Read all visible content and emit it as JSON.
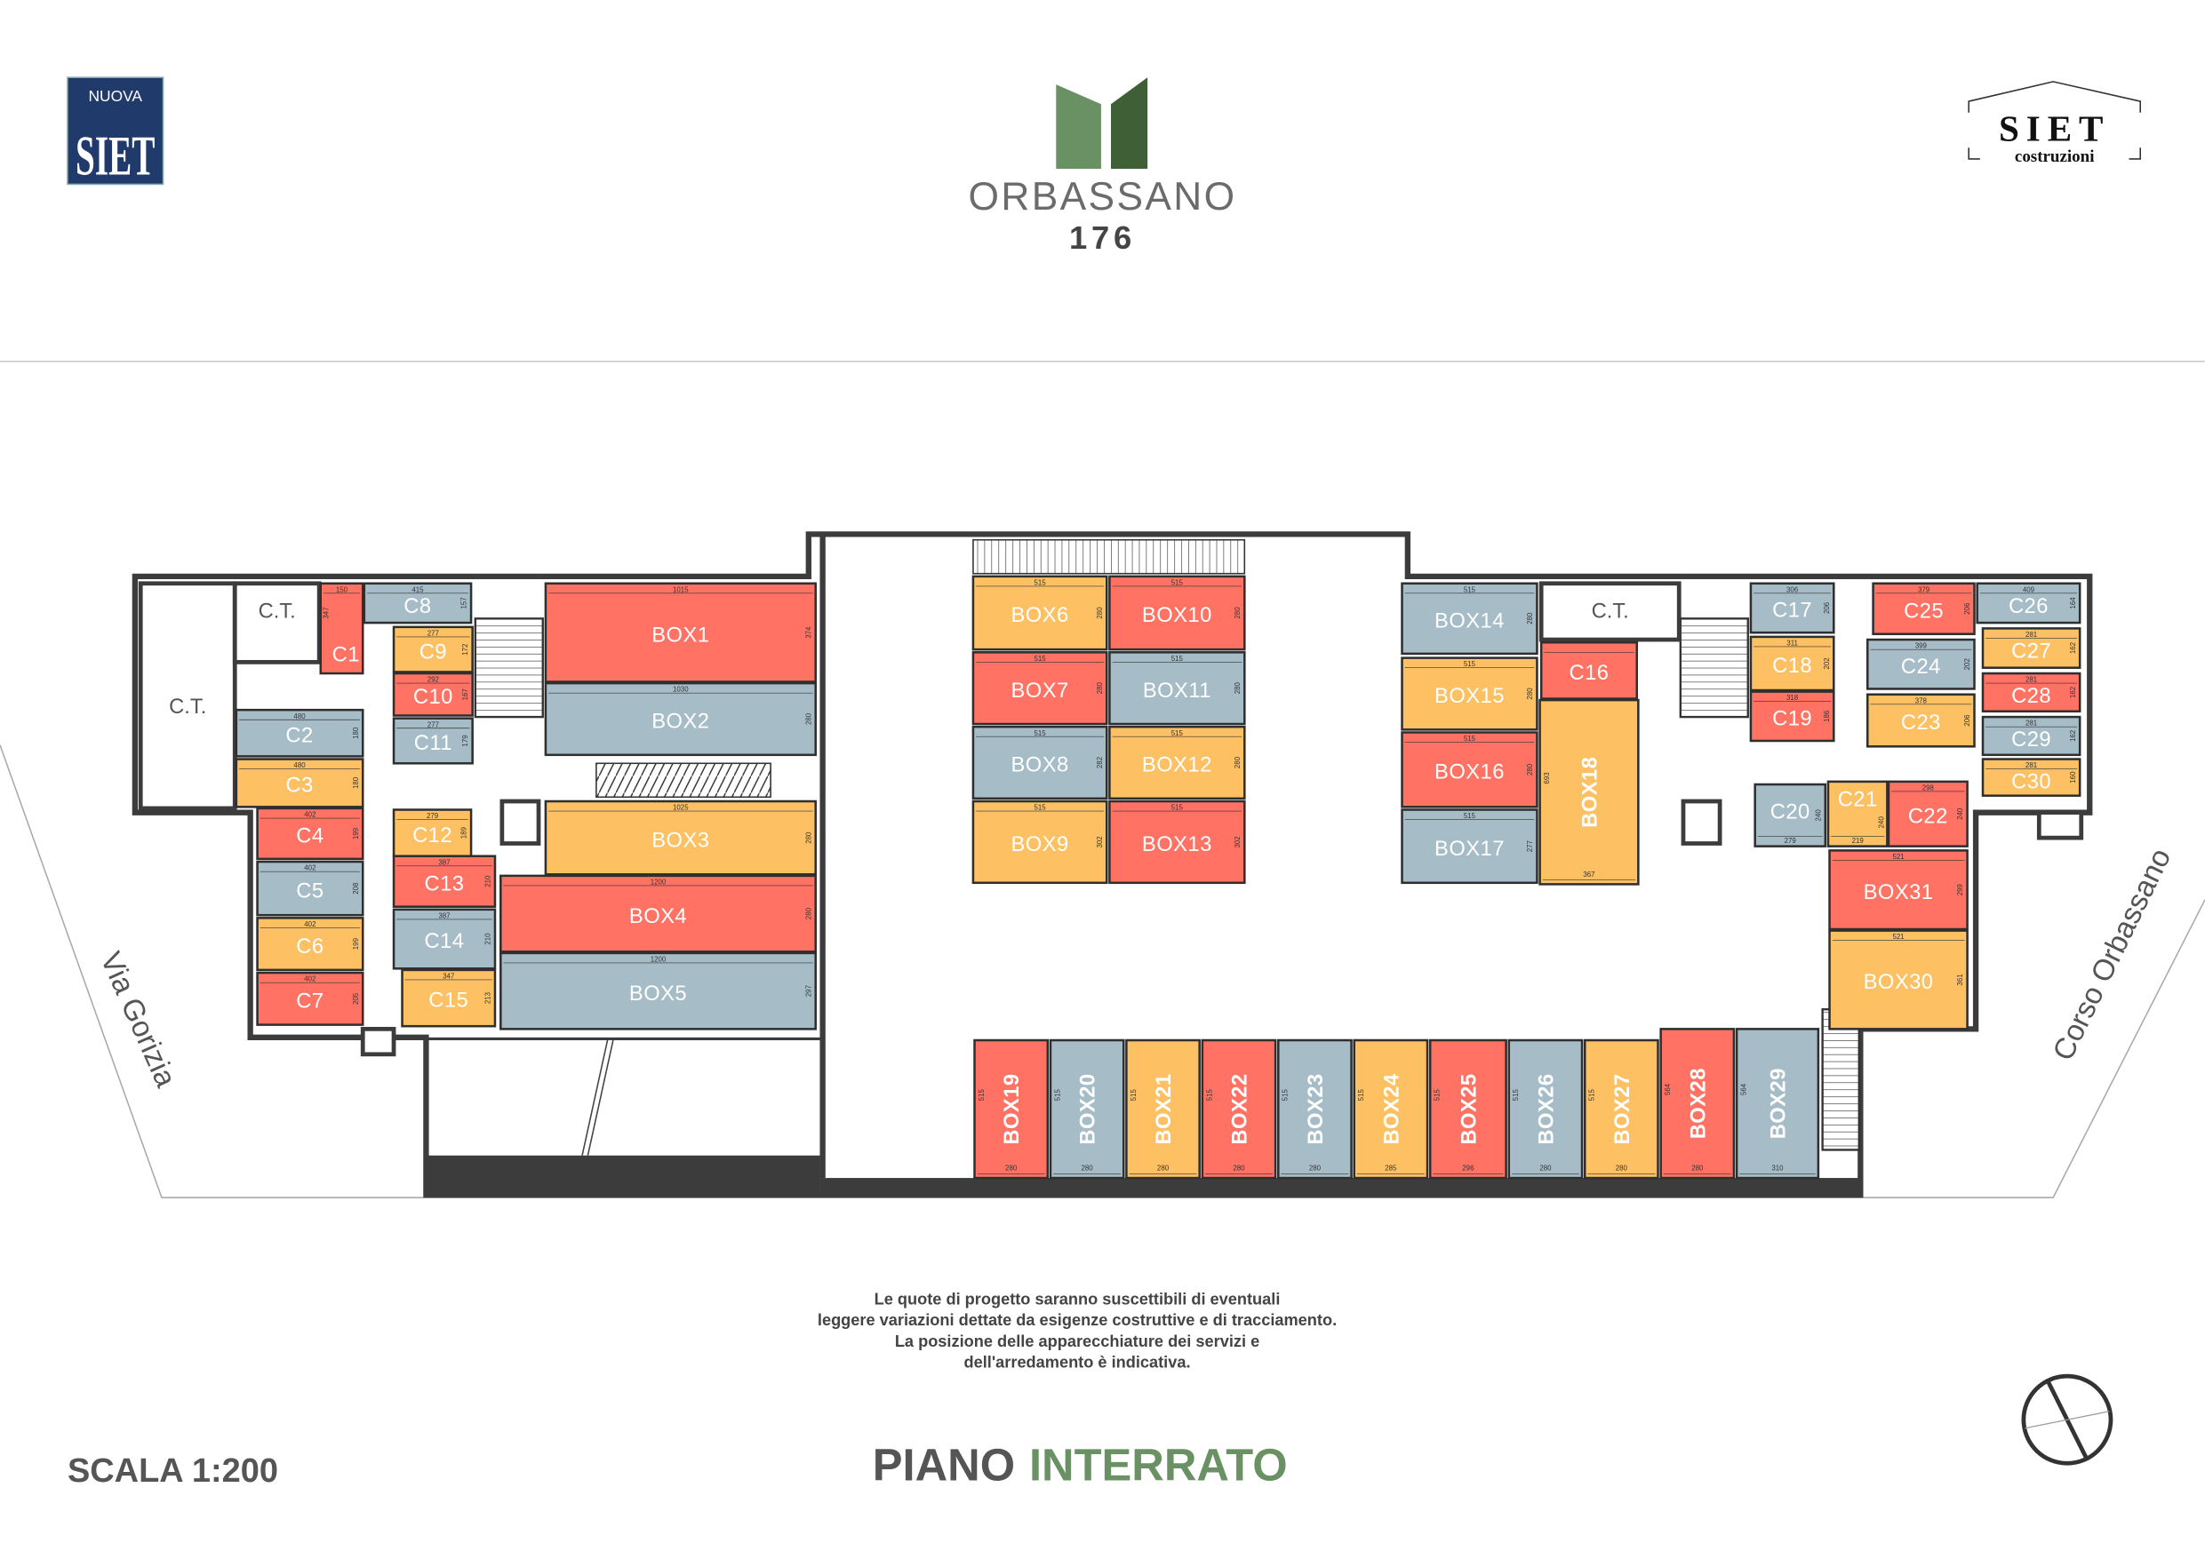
{
  "header": {
    "left_logo": {
      "line1": "NUOVA",
      "line2": "SIET"
    },
    "center_logo": {
      "title": "ORBASSANO",
      "number": "176"
    },
    "right_logo": {
      "line1": "SIET",
      "line2": "costruzioni"
    }
  },
  "palette": {
    "red": "#FF7264",
    "blue": "#A6BDC8",
    "yellow": "#FDC063",
    "wall": "#3C3C3C",
    "green_light": "#6A9163",
    "green_dark": "#3F5F36",
    "navy": "#1F3A6B"
  },
  "technical_rooms": [
    {
      "id": "ct1",
      "label": "C.T."
    },
    {
      "id": "ct2",
      "label": "C.T."
    },
    {
      "id": "ct3",
      "label": "C.T."
    }
  ],
  "rooms": [
    {
      "id": "C1",
      "label": "C1",
      "color": "red",
      "w": "150",
      "h": "347"
    },
    {
      "id": "C2",
      "label": "C2",
      "color": "blue",
      "w": "480",
      "h": "180"
    },
    {
      "id": "C3",
      "label": "C3",
      "color": "yellow",
      "w": "480",
      "h": "180"
    },
    {
      "id": "C4",
      "label": "C4",
      "color": "red",
      "w": "402",
      "h": "199"
    },
    {
      "id": "C5",
      "label": "C5",
      "color": "blue",
      "w": "402",
      "h": "208"
    },
    {
      "id": "C6",
      "label": "C6",
      "color": "yellow",
      "w": "402",
      "h": "199"
    },
    {
      "id": "C7",
      "label": "C7",
      "color": "red",
      "w": "402",
      "h": "205"
    },
    {
      "id": "C8",
      "label": "C8",
      "color": "blue",
      "w": "415",
      "h": "157"
    },
    {
      "id": "C9",
      "label": "C9",
      "color": "yellow",
      "w": "277",
      "h": "172"
    },
    {
      "id": "C10",
      "label": "C10",
      "color": "red",
      "w": "292",
      "h": "167"
    },
    {
      "id": "C11",
      "label": "C11",
      "color": "blue",
      "w": "277",
      "h": "179"
    },
    {
      "id": "C12",
      "label": "C12",
      "color": "yellow",
      "w": "279",
      "h": "189"
    },
    {
      "id": "C13",
      "label": "C13",
      "color": "red",
      "w": "387",
      "h": "210"
    },
    {
      "id": "C14",
      "label": "C14",
      "color": "blue",
      "w": "387",
      "h": "210"
    },
    {
      "id": "C15",
      "label": "C15",
      "color": "yellow",
      "w": "347",
      "h": "213"
    },
    {
      "id": "BOX1",
      "label": "BOX1",
      "color": "red",
      "w": "1015",
      "h": "374"
    },
    {
      "id": "BOX2",
      "label": "BOX2",
      "color": "blue",
      "w": "1030",
      "h": "280"
    },
    {
      "id": "BOX3",
      "label": "BOX3",
      "color": "yellow",
      "w": "1025",
      "h": "280"
    },
    {
      "id": "BOX4",
      "label": "BOX4",
      "color": "red",
      "w": "1200",
      "h": "280"
    },
    {
      "id": "BOX5",
      "label": "BOX5",
      "color": "blue",
      "w": "1200",
      "h": "297"
    },
    {
      "id": "BOX6",
      "label": "BOX6",
      "color": "yellow",
      "w": "515",
      "h": "280"
    },
    {
      "id": "BOX7",
      "label": "BOX7",
      "color": "red",
      "w": "515",
      "h": "280"
    },
    {
      "id": "BOX8",
      "label": "BOX8",
      "color": "blue",
      "w": "515",
      "h": "282"
    },
    {
      "id": "BOX9",
      "label": "BOX9",
      "color": "yellow",
      "w": "515",
      "h": "302"
    },
    {
      "id": "BOX10",
      "label": "BOX10",
      "color": "red",
      "w": "515",
      "h": "280"
    },
    {
      "id": "BOX11",
      "label": "BOX11",
      "color": "blue",
      "w": "515",
      "h": "280"
    },
    {
      "id": "BOX12",
      "label": "BOX12",
      "color": "yellow",
      "w": "515",
      "h": "280"
    },
    {
      "id": "BOX13",
      "label": "BOX13",
      "color": "red",
      "w": "515",
      "h": "302"
    },
    {
      "id": "BOX14",
      "label": "BOX14",
      "color": "blue",
      "w": "515",
      "h": "280"
    },
    {
      "id": "BOX15",
      "label": "BOX15",
      "color": "yellow",
      "w": "515",
      "h": "280"
    },
    {
      "id": "BOX16",
      "label": "BOX16",
      "color": "red",
      "w": "515",
      "h": "280"
    },
    {
      "id": "BOX17",
      "label": "BOX17",
      "color": "blue",
      "w": "515",
      "h": "277"
    },
    {
      "id": "BOX18",
      "label": "BOX18",
      "color": "yellow",
      "w": "367",
      "h": "693"
    },
    {
      "id": "C16",
      "label": "C16",
      "color": "red",
      "w": "",
      "h": ""
    },
    {
      "id": "C17",
      "label": "C17",
      "color": "blue",
      "w": "306",
      "h": "206"
    },
    {
      "id": "C18",
      "label": "C18",
      "color": "yellow",
      "w": "311",
      "h": "202"
    },
    {
      "id": "C19",
      "label": "C19",
      "color": "red",
      "w": "318",
      "h": "186"
    },
    {
      "id": "C20",
      "label": "C20",
      "color": "blue",
      "w": "279",
      "h": "240"
    },
    {
      "id": "C21",
      "label": "C21",
      "color": "yellow",
      "w": "219",
      "h": "240"
    },
    {
      "id": "C22",
      "label": "C22",
      "color": "red",
      "w": "298",
      "h": "240"
    },
    {
      "id": "C23",
      "label": "C23",
      "color": "yellow",
      "w": "378",
      "h": "206"
    },
    {
      "id": "C24",
      "label": "C24",
      "color": "blue",
      "w": "399",
      "h": "202"
    },
    {
      "id": "C25",
      "label": "C25",
      "color": "red",
      "w": "379",
      "h": "206"
    },
    {
      "id": "C26",
      "label": "C26",
      "color": "blue",
      "w": "409",
      "h": "164"
    },
    {
      "id": "C27",
      "label": "C27",
      "color": "yellow",
      "w": "281",
      "h": "162"
    },
    {
      "id": "C28",
      "label": "C28",
      "color": "red",
      "w": "281",
      "h": "162"
    },
    {
      "id": "C29",
      "label": "C29",
      "color": "blue",
      "w": "281",
      "h": "162"
    },
    {
      "id": "C30",
      "label": "C30",
      "color": "yellow",
      "w": "281",
      "h": "160"
    },
    {
      "id": "BOX19",
      "label": "BOX19",
      "color": "red",
      "w": "280",
      "h": "515"
    },
    {
      "id": "BOX20",
      "label": "BOX20",
      "color": "blue",
      "w": "280",
      "h": "515"
    },
    {
      "id": "BOX21",
      "label": "BOX21",
      "color": "yellow",
      "w": "280",
      "h": "515"
    },
    {
      "id": "BOX22",
      "label": "BOX22",
      "color": "red",
      "w": "280",
      "h": "515"
    },
    {
      "id": "BOX23",
      "label": "BOX23",
      "color": "blue",
      "w": "280",
      "h": "515"
    },
    {
      "id": "BOX24",
      "label": "BOX24",
      "color": "yellow",
      "w": "285",
      "h": "515"
    },
    {
      "id": "BOX25",
      "label": "BOX25",
      "color": "red",
      "w": "296",
      "h": "515"
    },
    {
      "id": "BOX26",
      "label": "BOX26",
      "color": "blue",
      "w": "280",
      "h": "515"
    },
    {
      "id": "BOX27",
      "label": "BOX27",
      "color": "yellow",
      "w": "280",
      "h": "515"
    },
    {
      "id": "BOX28",
      "label": "BOX28",
      "color": "red",
      "w": "280",
      "h": "564"
    },
    {
      "id": "BOX29",
      "label": "BOX29",
      "color": "blue",
      "w": "310",
      "h": "564"
    },
    {
      "id": "BOX30",
      "label": "BOX30",
      "color": "yellow",
      "w": "521",
      "h": "361"
    },
    {
      "id": "BOX31",
      "label": "BOX31",
      "color": "red",
      "w": "521",
      "h": "299"
    }
  ],
  "streets": {
    "left": "Via Gorizia",
    "right": "Corso Orbassano"
  },
  "footer": {
    "note_lines": [
      "Le quote di progetto saranno suscettibili di eventuali",
      "leggere variazioni dettate da esigenze costruttive e di tracciamento.",
      "La posizione delle apparecchiature dei servizi e",
      "dell'arredamento è indicativa."
    ],
    "scale": "SCALA 1:200",
    "floor_word1": "PIANO",
    "floor_word2": "INTERRATO"
  }
}
